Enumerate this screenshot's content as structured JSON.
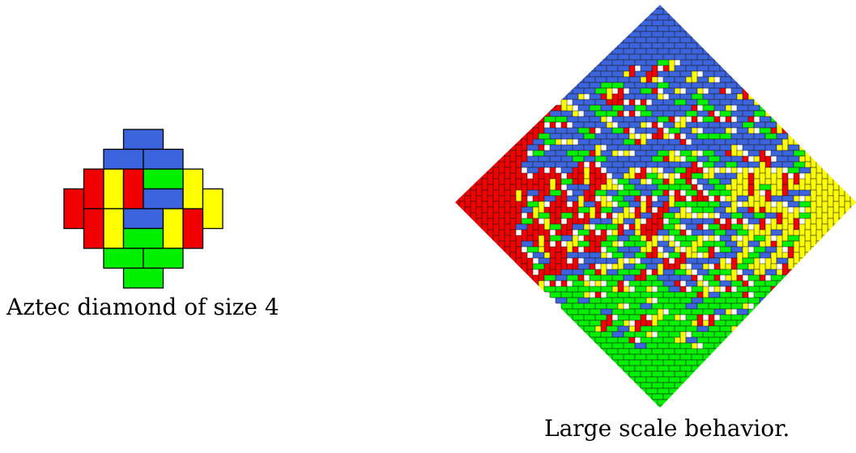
{
  "colors": {
    "north": "#3c64dc",
    "south": "#00f000",
    "west": "#f00000",
    "east": "#ffff00",
    "outline": "#000000"
  },
  "small_diagram": {
    "caption": "Aztec diamond of size 4",
    "dominoes": [
      {
        "color": "north"
      },
      {
        "color": "north"
      },
      {
        "color": "north"
      },
      {
        "color": "west"
      },
      {
        "color": "west"
      },
      {
        "color": "west"
      },
      {
        "color": "west"
      },
      {
        "color": "east"
      },
      {
        "color": "east"
      },
      {
        "color": "east"
      },
      {
        "color": "east"
      },
      {
        "color": "south"
      },
      {
        "color": "west"
      },
      {
        "color": "north"
      },
      {
        "color": "north"
      },
      {
        "color": "south"
      },
      {
        "color": "east"
      },
      {
        "color": "south"
      },
      {
        "color": "south"
      },
      {
        "color": "south"
      }
    ]
  },
  "large_diagram": {
    "caption": "Large scale behavior."
  }
}
